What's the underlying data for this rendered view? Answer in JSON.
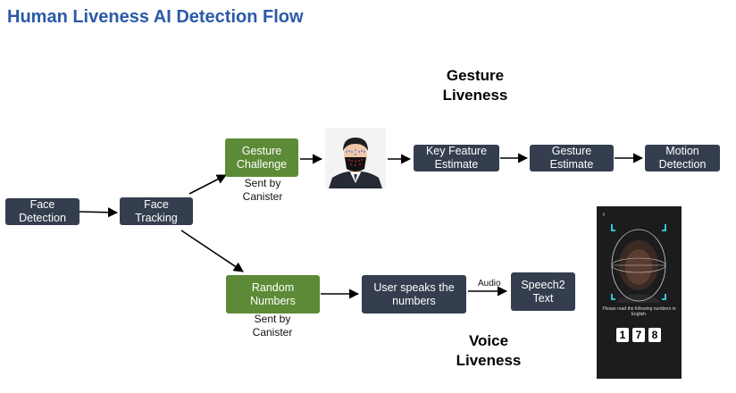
{
  "title": "Human Liveness AI Detection Flow",
  "nodes": {
    "face_detection": "Face\nDetection",
    "face_tracking": "Face\nTracking",
    "gesture_challenge": "Gesture\nChallenge",
    "key_feature_estimate": "Key Feature\nEstimate",
    "gesture_estimate": "Gesture\nEstimate",
    "motion_detection": "Motion\nDetection",
    "random_numbers": "Random\nNumbers",
    "user_speaks": "User speaks the\nnumbers",
    "speech2text": "Speech2\nText"
  },
  "notes": {
    "sent_by_canister_gesture": "Sent by\nCanister",
    "sent_by_canister_numbers": "Sent by\nCanister",
    "audio_label": "Audio"
  },
  "sections": {
    "gesture_liveness": "Gesture\nLiveness",
    "voice_liveness": "Voice\nLiveness"
  },
  "phone": {
    "prompt": "Please read the following numbers in English.",
    "digits": [
      "1",
      "7",
      "8"
    ]
  },
  "colors": {
    "title": "#2a5aa8",
    "dark_box": "#343e4e",
    "green_box": "#5d8a36",
    "phone_bg": "#1c1c1e",
    "guide_corner": "#2ec9d6"
  },
  "icons": {
    "back": "chevron-left-icon",
    "face_photo": "person-with-mask-photo",
    "face_guide": "face-guide-oval"
  }
}
